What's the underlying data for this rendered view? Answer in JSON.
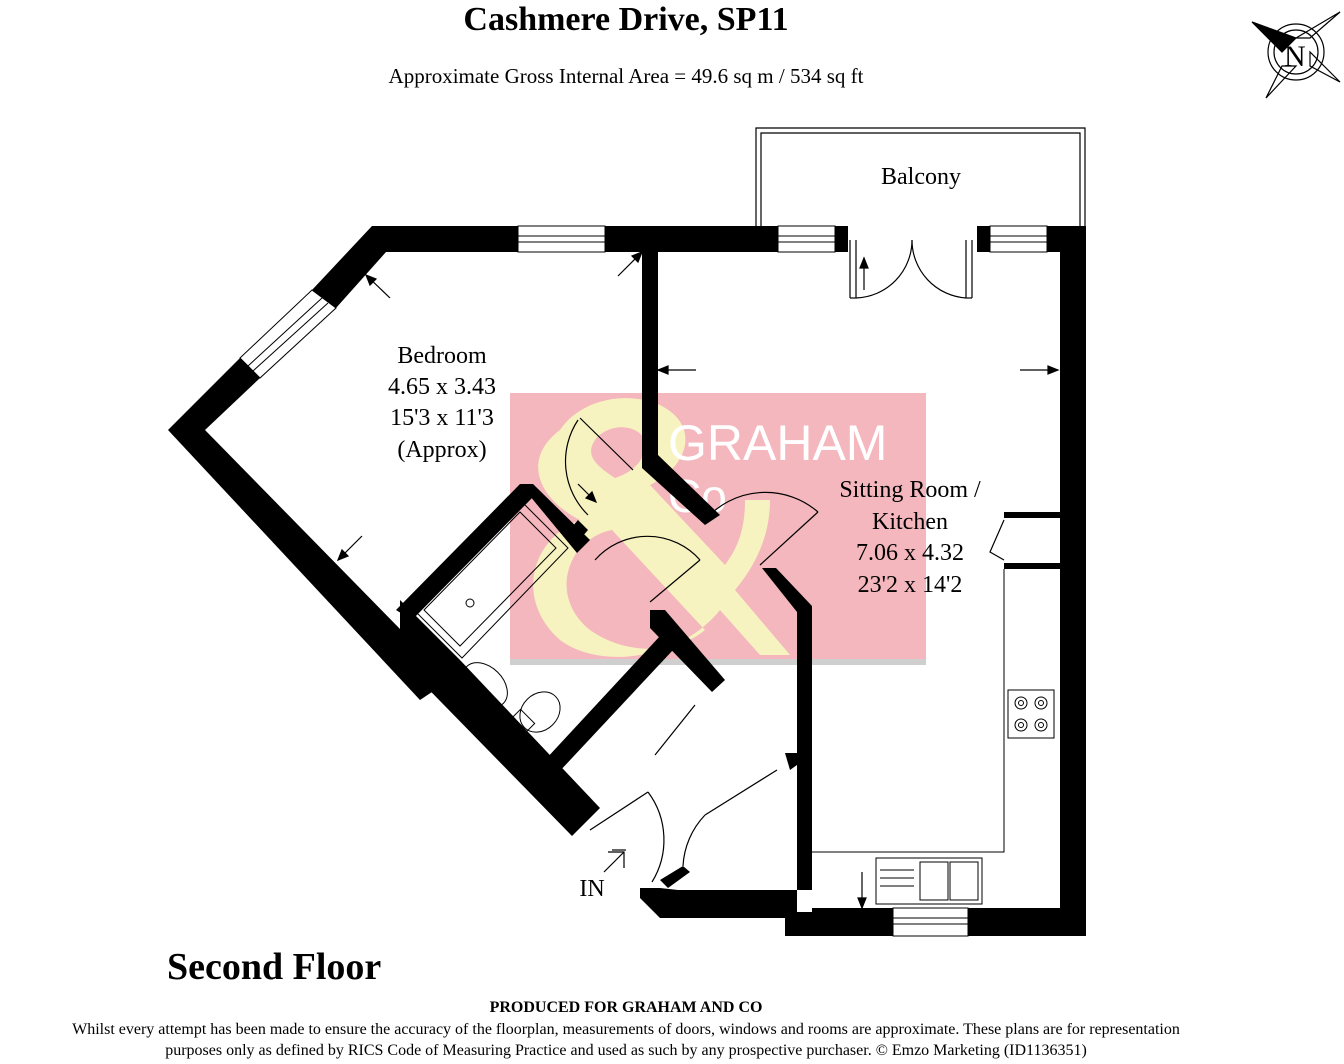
{
  "title": "Cashmere Drive, SP11",
  "subtitle": "Approximate Gross Internal Area = 49.6 sq m / 534 sq ft",
  "compass": {
    "label": "N",
    "icon": "north-compass-icon"
  },
  "rooms": {
    "balcony": {
      "name": "Balcony"
    },
    "bedroom": {
      "name": "Bedroom",
      "metric": "4.65 x 3.43",
      "imperial": "15'3 x 11'3",
      "note": "(Approx)"
    },
    "sitting": {
      "name_line1": "Sitting Room /",
      "name_line2": "Kitchen",
      "metric": "7.06 x 4.32",
      "imperial": "23'2 x 14'2"
    }
  },
  "entrance_label": "IN",
  "floor_label": "Second Floor",
  "watermark": {
    "line1": "GRAHAM",
    "line2": "Co",
    "colors": {
      "background": "#f4b7bd",
      "ampersand": "#f7f3c0"
    }
  },
  "footer": {
    "produced": "PRODUCED FOR GRAHAM AND CO",
    "disclaimer_line1": "Whilst every attempt has been made to ensure the accuracy of the floorplan, measurements of doors, windows and rooms are approximate. These plans are for representation",
    "disclaimer_line2": "purposes only as defined by RICS Code of Measuring Practice and used as such by any prospective purchaser. © Emzo Marketing (ID1136351)"
  },
  "colors": {
    "wall": "#000000",
    "background": "#ffffff"
  }
}
